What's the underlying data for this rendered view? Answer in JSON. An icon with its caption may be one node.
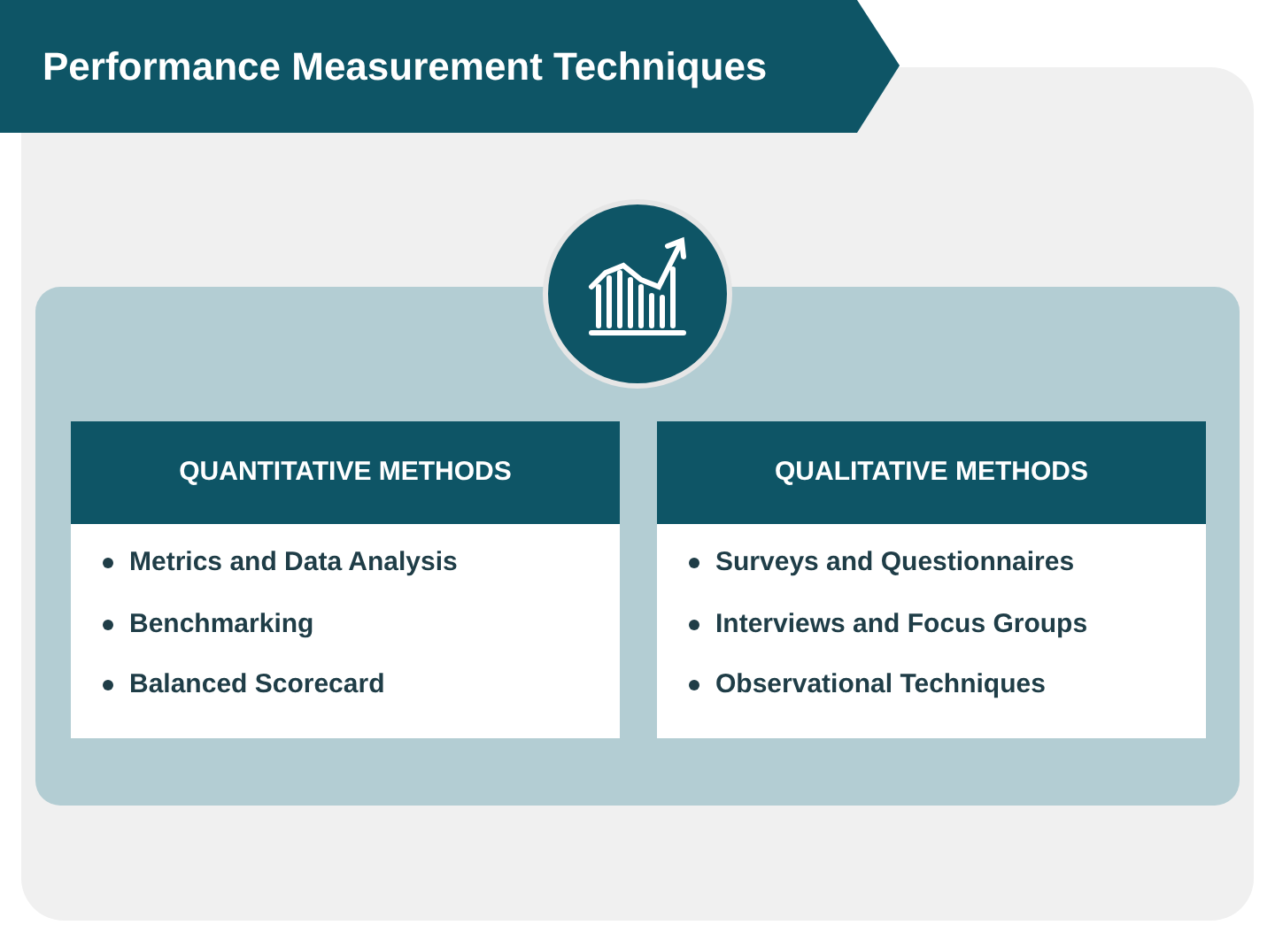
{
  "diagram": {
    "title": "Performance Measurement Techniques",
    "nodes": [
      {
        "text": [],
        "shape": "box"
      },
      {
        "text": [
          "QUANTITATIVE METHODS",
          "Metrics and Data Analysis",
          "Benchmarking",
          "Balanced Scorecard"
        ],
        "in": 0
      },
      {
        "text": [
          "QUALITATIVE METHODS",
          "Surveys and Questionnaires",
          "Interviews and Focus Groups",
          "Observational Techniques"
        ],
        "in": 0
      }
    ]
  }
}
